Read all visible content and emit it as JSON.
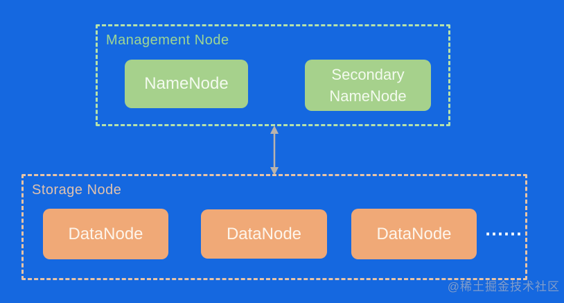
{
  "diagram": {
    "management": {
      "label": "Management Node",
      "nodes": [
        {
          "label": "NameNode"
        },
        {
          "label": "Secondary NameNode"
        }
      ]
    },
    "storage": {
      "label": "Storage Node",
      "nodes": [
        {
          "label": "DataNode"
        },
        {
          "label": "DataNode"
        },
        {
          "label": "DataNode"
        }
      ],
      "ellipsis": "······"
    },
    "connector": {
      "type": "double-headed-vertical-arrow"
    },
    "watermark": {
      "text": "@稀土掘金技术社区"
    }
  },
  "colors": {
    "background": "#1568e0",
    "management_border": "#b7e2a9",
    "management_label": "#9ed694",
    "green_node_bg": "#a6d18c",
    "storage_border": "#e8c4a5",
    "storage_label": "#e0c2ae",
    "orange_node_bg": "#f0a977",
    "node_text": "#fbf6ee",
    "arrow": "#b8b3ad",
    "ellipsis": "#ffffff",
    "watermark": "rgba(205,212,228,0.55)"
  }
}
